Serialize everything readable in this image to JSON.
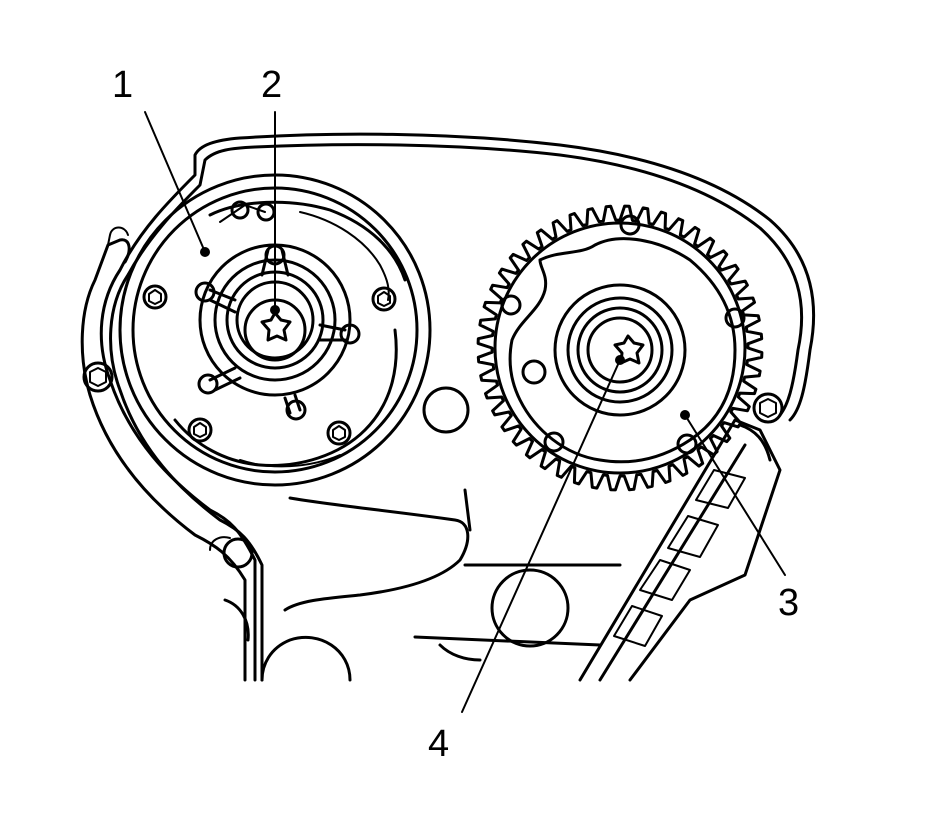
{
  "callouts": [
    {
      "id": "1",
      "label": "1"
    },
    {
      "id": "2",
      "label": "2"
    },
    {
      "id": "3",
      "label": "3"
    },
    {
      "id": "4",
      "label": "4"
    }
  ],
  "colors": {
    "line": "#000000",
    "background": "#ffffff"
  },
  "gear": {
    "tooth_count": 48
  }
}
